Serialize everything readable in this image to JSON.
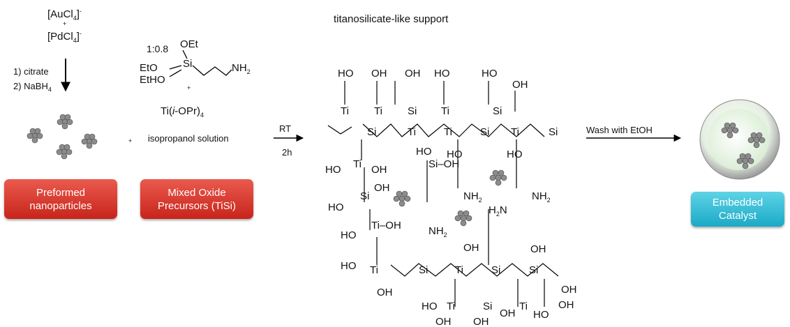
{
  "title": "titanosilicate-like support",
  "left": {
    "au_complex": "[AuCl4]-",
    "plus_small": "+",
    "pd_complex": "[PdCl4]-",
    "step1": "1) citrate",
    "step2": "2) NaBH4",
    "box_line1": "Preformed",
    "box_line2": "nanoparticles"
  },
  "middle": {
    "ratio": "1:0.8",
    "silane_oet": "OEt",
    "silane_eto": "EtO",
    "silane_etho": "EtHO",
    "silane_si": "Si",
    "silane_nh2": "NH2",
    "ti_precursor": "Ti(i-OPr)4",
    "solution": "isopropanol solution",
    "box_line1": "Mixed Oxide",
    "box_line2": "Precursors (TiSi)"
  },
  "arrow1": {
    "top": "RT",
    "bottom": "2h"
  },
  "arrow2": {
    "label": "Wash with EtOH"
  },
  "right_box": {
    "line1": "Embedded",
    "line2": "Catalyst"
  },
  "colors": {
    "red_box": "#d93a2f",
    "cyan_box": "#29b6d1",
    "arrow": "#000000"
  }
}
